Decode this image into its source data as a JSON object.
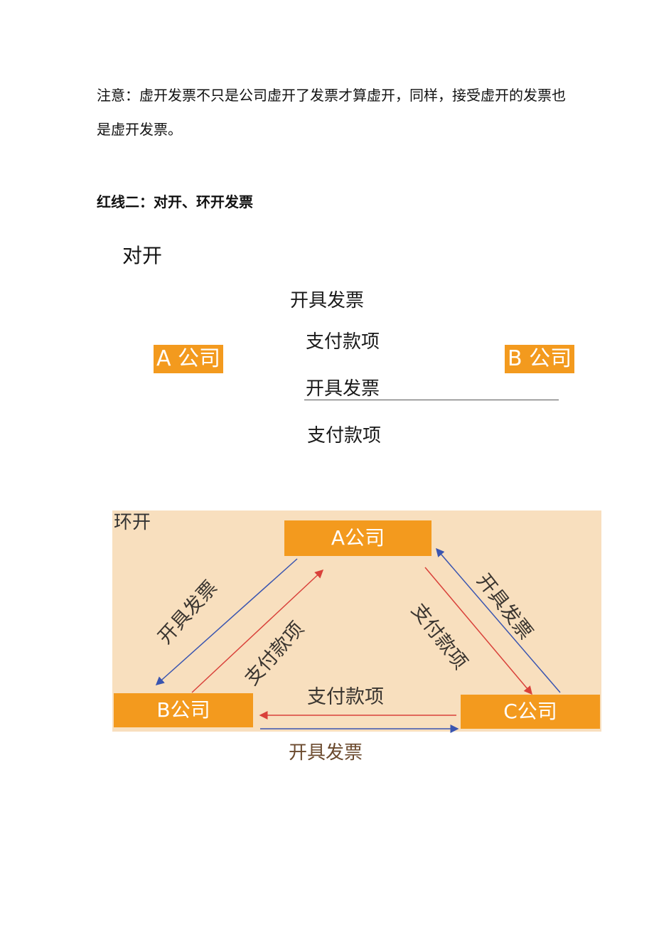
{
  "paragraph": "注意：虚开发票不只是公司虚开了发票才算虚开，同样，接受虚开的发票也是虚开发票。",
  "heading": "红线二：对开、环开发票",
  "mutual": {
    "title": "对开",
    "company_a": "A 公司",
    "company_b": "B 公司",
    "labels": [
      "开具发票",
      "支付款项",
      "开具发票",
      "支付款项"
    ]
  },
  "circular": {
    "title": "环开",
    "company_a": "A公司",
    "company_b": "B公司",
    "company_c": "C公司",
    "a_to_b": "开具发票",
    "b_to_a": "支付款项",
    "a_to_c": "支付款项",
    "c_to_a": "开具发票",
    "c_to_b": "支付款项",
    "b_to_c": "开具发票"
  },
  "colors": {
    "box": "#f39a1e",
    "diagram_bg": "#f8dfbe",
    "red_arrow": "#d9413a",
    "blue_arrow": "#3a55b0"
  }
}
